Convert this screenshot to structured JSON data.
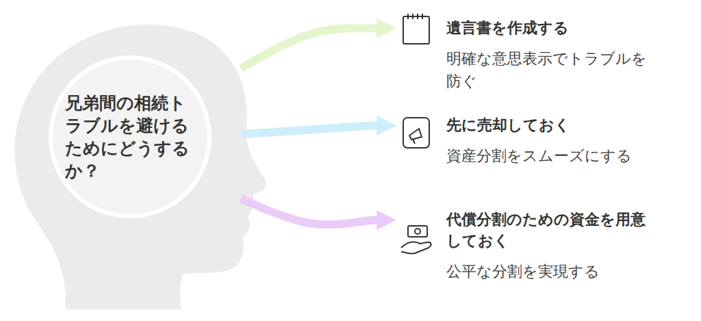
{
  "diagram": {
    "nodes": [
      {
        "text": [
          "兄弟間の相続トラブルを避けるためにどうするか？"
        ]
      },
      {
        "text": [
          "遺言書を作成する",
          "明確な意思表示でトラブルを防ぐ"
        ]
      },
      {
        "text": [
          "先に売却しておく",
          "資産分割をスムーズにする"
        ]
      },
      {
        "text": [
          "代償分割のための資金を用意しておく",
          "公平な分割を実現する"
        ]
      }
    ],
    "edges": [
      {
        "from": 0,
        "to": 1,
        "arrow": "to"
      },
      {
        "from": 0,
        "to": 2,
        "arrow": "to"
      },
      {
        "from": 0,
        "to": 3,
        "arrow": "to"
      }
    ]
  }
}
